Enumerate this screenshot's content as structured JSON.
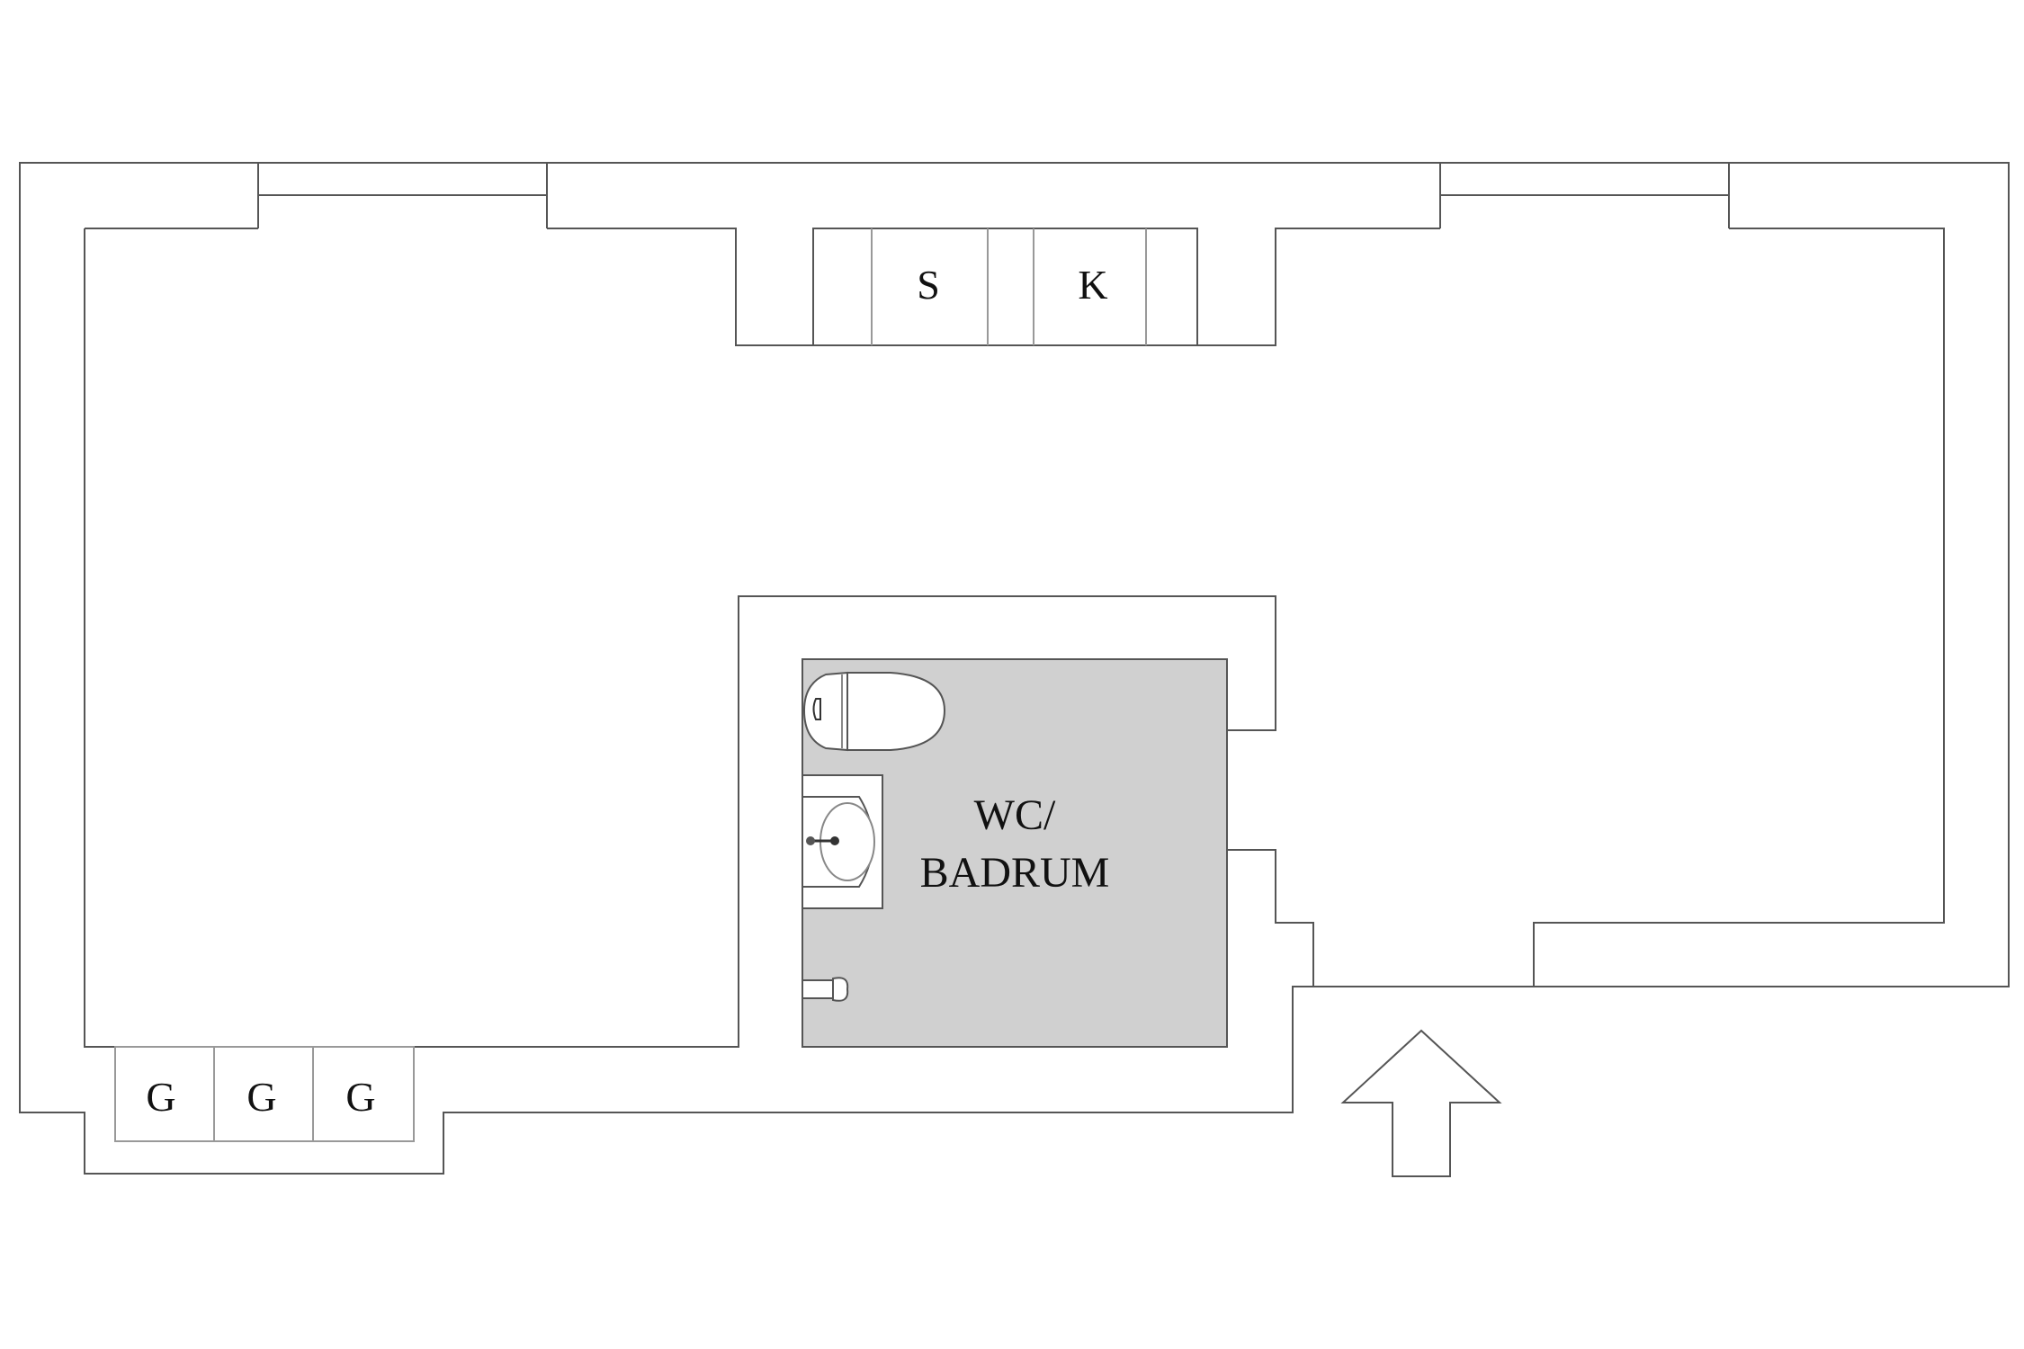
{
  "floorplan": {
    "rooms": {
      "bathroom": {
        "label_line1": "WC/",
        "label_line2": "BADRUM",
        "fill": "#d0d0d0"
      }
    },
    "appliances": {
      "stove": "S",
      "fridge": "K"
    },
    "wardrobes": [
      "G",
      "G",
      "G"
    ],
    "entrance": {
      "icon": "entrance-arrow-icon",
      "direction": "up"
    },
    "colors": {
      "wall": "#555555",
      "background": "#ffffff",
      "bathroom_fill": "#d0d0d0"
    }
  }
}
